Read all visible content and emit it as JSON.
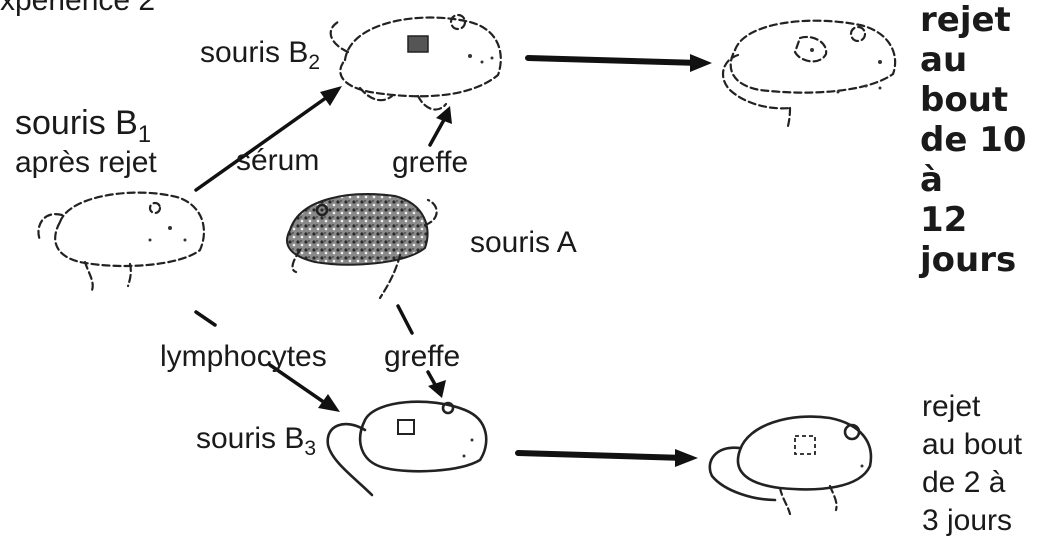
{
  "header_fragment": "xperience 2",
  "labels": {
    "souris_b2": "souris B",
    "souris_b2_sub": "2",
    "souris_b1": "souris B",
    "souris_b1_sub": "1",
    "apres_rejet": "après rejet",
    "serum": "sérum",
    "greffe_top": "greffe",
    "souris_a": "souris A",
    "lymphocytes": "lymphocytes",
    "greffe_bottom": "greffe",
    "souris_b3": "souris B",
    "souris_b3_sub": "3"
  },
  "result_top": [
    "rejet",
    "au bout",
    "de 10 à",
    "12 jours"
  ],
  "result_bottom": [
    "rejet",
    "au bout",
    "de 2 à",
    "3 jours"
  ],
  "colors": {
    "ink": "#1a1a1a",
    "graft_fill": "#555555",
    "mouse_a_fill": "#6e6e6e"
  }
}
